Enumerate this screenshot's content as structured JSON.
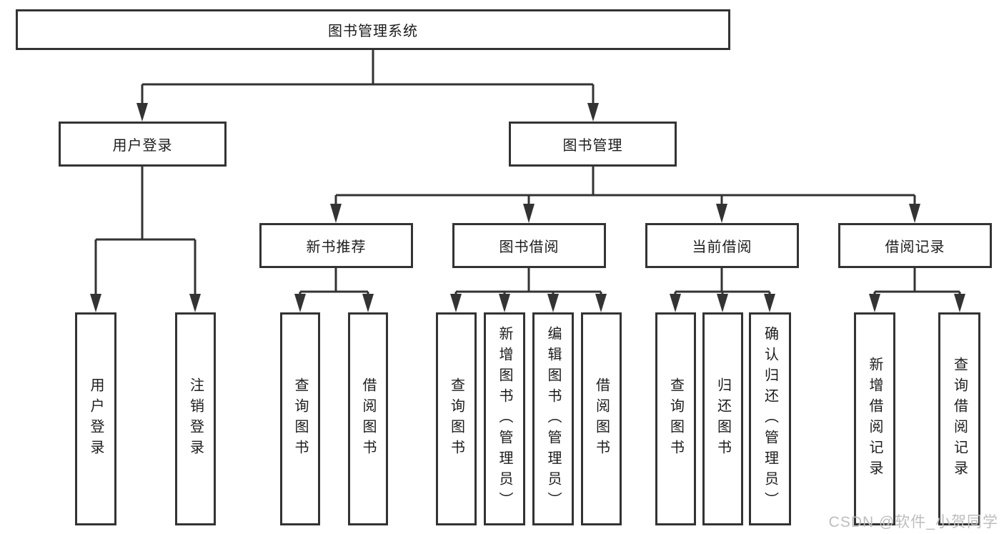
{
  "tree": {
    "root": {
      "label": "图书管理系统",
      "children": [
        {
          "label": "用户登录",
          "children": [
            {
              "label": "用户登录"
            },
            {
              "label": "注销登录"
            }
          ]
        },
        {
          "label": "图书管理",
          "children": [
            {
              "label": "新书推荐",
              "children": [
                {
                  "label": "查询图书"
                },
                {
                  "label": "借阅图书"
                }
              ]
            },
            {
              "label": "图书借阅",
              "children": [
                {
                  "label": "查询图书"
                },
                {
                  "label": "新增图书（管理员）"
                },
                {
                  "label": "编辑图书（管理员）"
                },
                {
                  "label": "借阅图书"
                }
              ]
            },
            {
              "label": "当前借阅",
              "children": [
                {
                  "label": "查询图书"
                },
                {
                  "label": "归还图书"
                },
                {
                  "label": "确认归还（管理员）"
                }
              ]
            },
            {
              "label": "借阅记录",
              "children": [
                {
                  "label": "新增借阅记录"
                },
                {
                  "label": "查询借阅记录"
                }
              ]
            }
          ]
        }
      ]
    }
  },
  "watermark": "CSDN @软件_小贺同学",
  "colors": {
    "line": "#333333",
    "box_border": "#333333",
    "text": "#1c1c1c",
    "background": "#ffffff",
    "watermark": "#bdbdbd"
  }
}
